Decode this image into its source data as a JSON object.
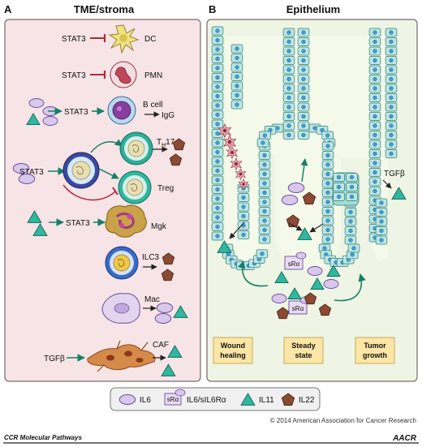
{
  "panel_a": {
    "letter": "A",
    "title": "TME/stroma",
    "rows": {
      "dc": {
        "regulator": "STAT3",
        "cell": "DC"
      },
      "pmn": {
        "regulator": "STAT3",
        "cell": "PMN"
      },
      "bcell": {
        "regulator": "STAT3",
        "cell": "B cell",
        "product": "IgG"
      },
      "t": {
        "regulator": "STAT3",
        "th17_main": "T",
        "th17_sub": "H",
        "th17_num": "17",
        "treg": "Treg"
      },
      "mgk": {
        "regulator": "STAT3",
        "cell": "Mgk"
      },
      "ilc3": {
        "cell": "ILC3"
      },
      "mac": {
        "cell": "Mac"
      },
      "caf": {
        "input": "TGFβ",
        "cell": "CAF"
      }
    }
  },
  "panel_b": {
    "letter": "B",
    "title": "Epithelium",
    "tgfb": "TGFβ",
    "sralpha": "sRα",
    "stages": [
      {
        "line1": "Wound",
        "line2": "healing"
      },
      {
        "line1": "Steady",
        "line2": "state"
      },
      {
        "line1": "Tumor",
        "line2": "growth"
      }
    ]
  },
  "legend": {
    "il6": "IL6",
    "il6r_badge": "sRα",
    "il6r": "IL6/sIL6Rα",
    "il11": "IL11",
    "il22": "IL22"
  },
  "footer": {
    "copyright": "© 2014 American Association for Cancer Research",
    "series": "CCR Molecular Pathways",
    "logo": "AACR"
  },
  "colors": {
    "panel_a_bg": "#f7e4e6",
    "panel_b_bg": "#eef5e4",
    "epithelial_cell": "#bfe6e2",
    "nucleus": "#3aa0d8",
    "inhibit": "#b02a38",
    "arrow": "#16806a",
    "il6": "#d8c8ec",
    "il11": "#2fb8a0",
    "il22": "#8a4a34",
    "stage_box": "#fbe6a6"
  }
}
